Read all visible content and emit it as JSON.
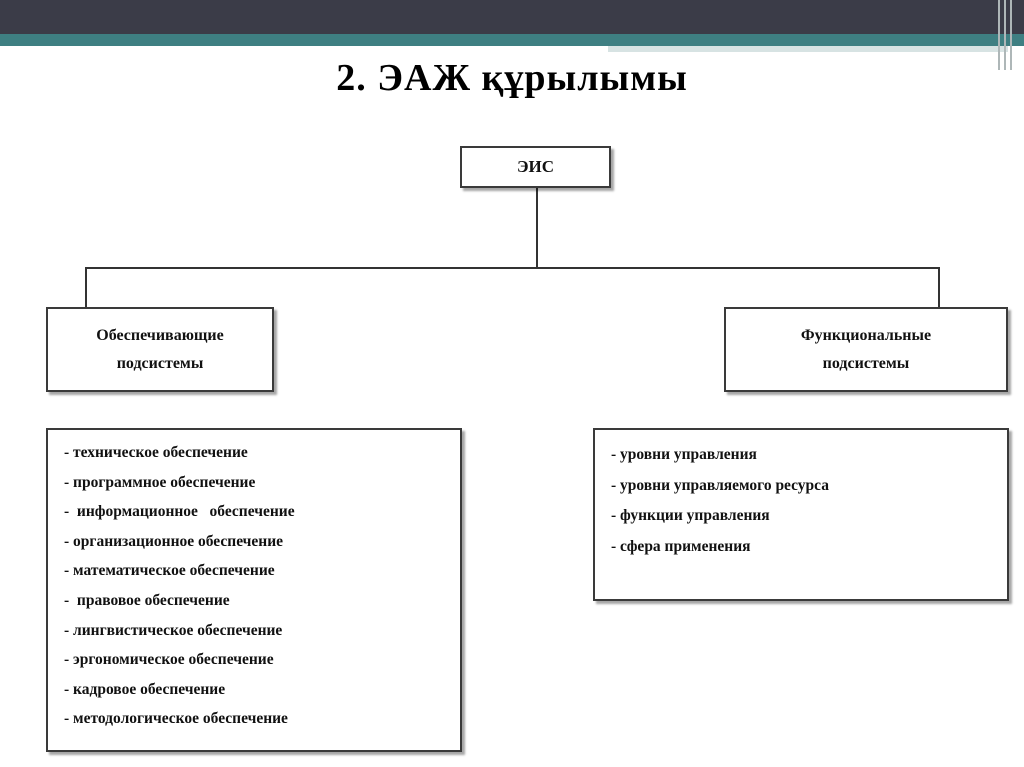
{
  "title": "2. ЭАЖ құрылымы",
  "root": "ЭИС",
  "left_branch": {
    "heading": [
      "Обеспечивающие",
      "подсистемы"
    ],
    "items": [
      "- техническое обеспечение",
      "- программное обеспечение",
      "-  информационное   обеспечение",
      "- организационное обеспечение",
      "- математическое обеспечение",
      "-  правовое обеспечение",
      "- лингвистическое обеспечение",
      "- эргономическое обеспечение",
      "- кадровое обеспечение",
      "- методологическое обеспечение"
    ]
  },
  "right_branch": {
    "heading": [
      "Функциональные",
      "подсистемы"
    ],
    "items": [
      "- уровни управления",
      "- уровни управляемого ресурса",
      "- функции управления",
      "- сфера применения"
    ]
  }
}
